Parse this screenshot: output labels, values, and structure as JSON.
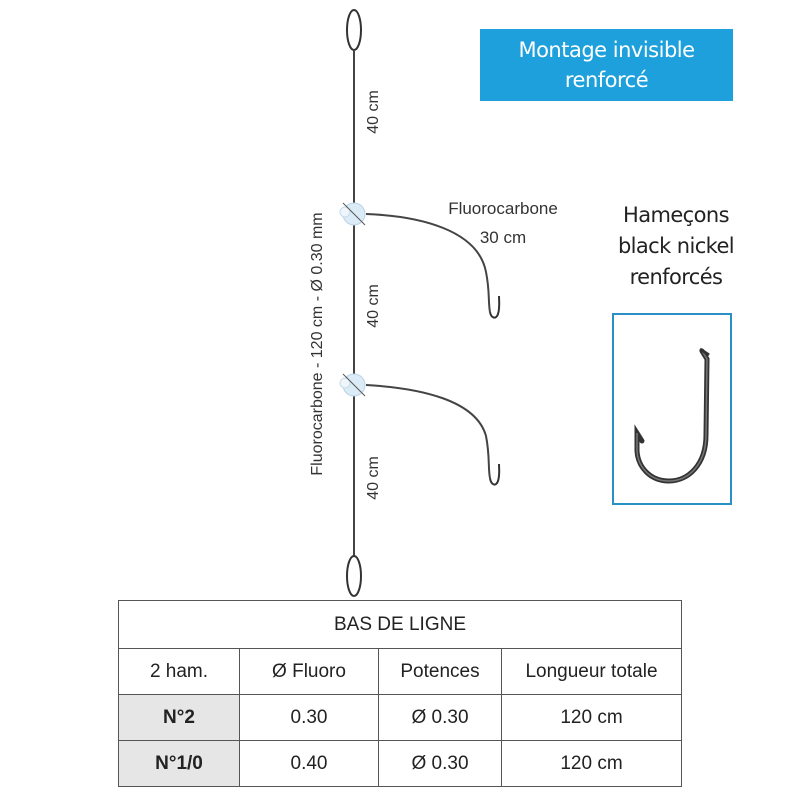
{
  "badge": {
    "line1": "Montage invisible",
    "line2": "renforcé"
  },
  "rig": {
    "main_line_label": "Fluorocarbone - 120 cm - Ø 0.30 mm",
    "segments": [
      "40 cm",
      "40 cm",
      "40 cm"
    ],
    "branch_label_line1": "Fluorocarbone",
    "branch_label_line2": "30 cm"
  },
  "hook_caption": {
    "line1": "Hameçons",
    "line2": "black nickel",
    "line3": "renforcés"
  },
  "table": {
    "title": "BAS DE LIGNE",
    "headers": [
      "2 ham.",
      "Ø Fluoro",
      "Potences",
      "Longueur totale"
    ],
    "rows": [
      [
        "N°2",
        "0.30",
        "Ø 0.30",
        "120 cm"
      ],
      [
        "N°1/0",
        "0.40",
        "Ø 0.30",
        "120 cm"
      ]
    ]
  },
  "colors": {
    "badge_bg": "#1ea0dc",
    "hook_box_border": "#2a8fc4",
    "model_cell_bg": "#e6e6e6"
  }
}
